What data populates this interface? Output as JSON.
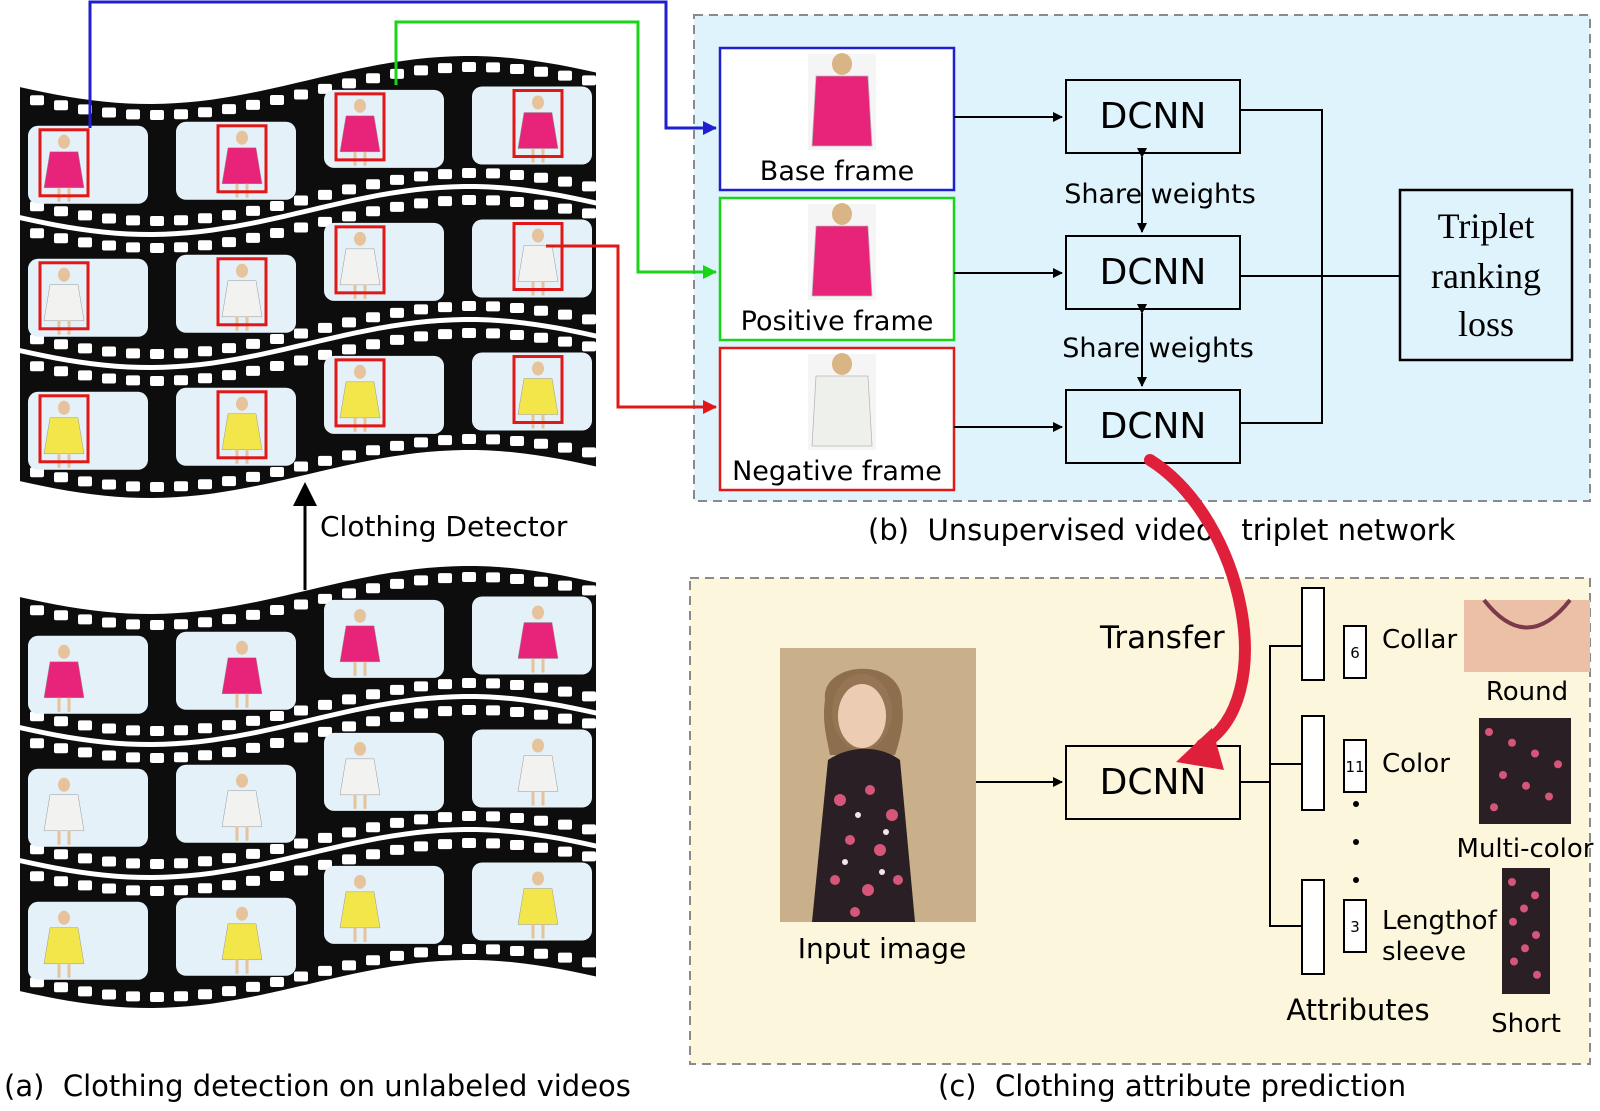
{
  "panel_a": {
    "caption": "(a)  Clothing detection on unlabeled videos",
    "detector_label": "Clothing Detector"
  },
  "panel_b": {
    "caption": "(b)  Unsupervised video   triplet network",
    "frames": [
      {
        "label": "Base frame",
        "color": "#1f1fd0",
        "dress": "#e8237a"
      },
      {
        "label": "Positive frame",
        "color": "#19d419",
        "dress": "#e8237a"
      },
      {
        "label": "Negative frame",
        "color": "#e01818",
        "dress": "#eef0ec"
      }
    ],
    "dcnn_label": "DCNN",
    "share_weights": "Share weights",
    "loss_label": [
      "Triplet",
      "ranking",
      "loss"
    ],
    "background": "#dff3fc"
  },
  "panel_c": {
    "caption": "(c)  Clothing attribute prediction",
    "transfer_label": "Transfer",
    "input_label": "Input image",
    "dcnn_label": "DCNN",
    "attributes_label": "Attributes",
    "attributes": [
      {
        "count": "6",
        "name": [
          "Collar"
        ],
        "example": "Round"
      },
      {
        "count": "11",
        "name": [
          "Color"
        ],
        "example": "Multi-color"
      },
      {
        "count": "3",
        "name": [
          "Lengthof",
          "sleeve"
        ],
        "example": "Short"
      }
    ],
    "background": "#fcf6dc"
  },
  "colors": {
    "base": "#1f1fd0",
    "positive": "#19d419",
    "negative": "#e01818",
    "transfer_arrow": "#e0203a"
  }
}
